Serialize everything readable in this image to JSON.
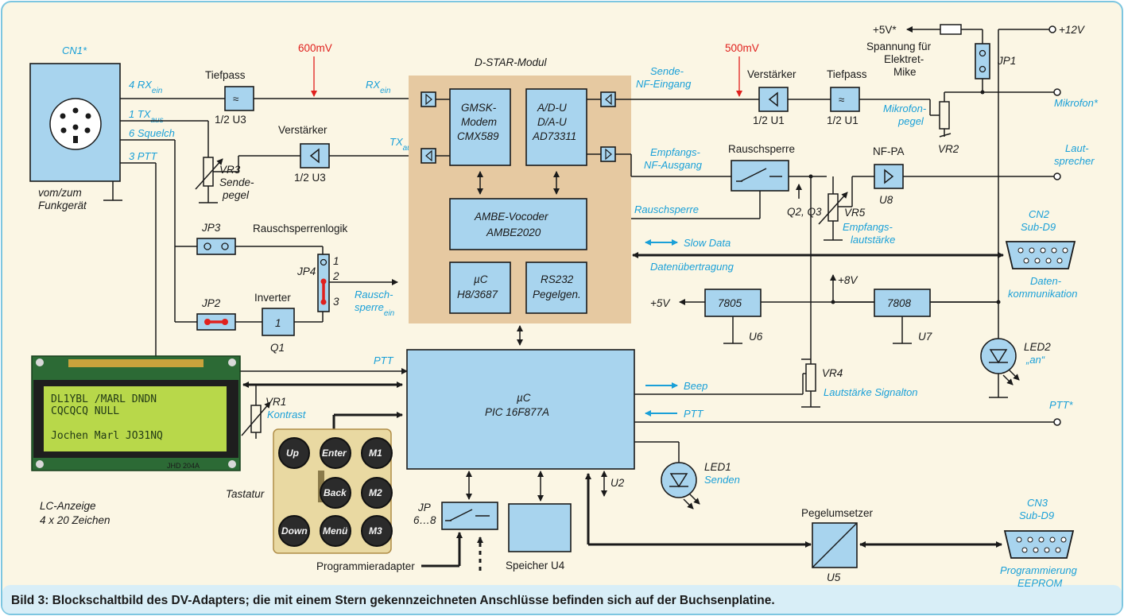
{
  "caption": "Bild 3: Blockschaltbild des DV-Adapters; die mit einem Stern gekennzeichneten Anschlüsse befinden sich auf der Buchsenplatine.",
  "module": {
    "title": "D-STAR-Modul",
    "gmsk": [
      "GMSK-",
      "Modem",
      "CMX589"
    ],
    "adc": [
      "A/D-U",
      "D/A-U",
      "AD73311"
    ],
    "ambe": [
      "AMBE-Vocoder",
      "AMBE2020"
    ],
    "uc": [
      "µC",
      "H8/3687"
    ],
    "rs232": [
      "RS232",
      "Pegelgen."
    ]
  },
  "pic": [
    "µC",
    "PIC 16F877A"
  ],
  "cn1": {
    "name": "CN1*",
    "caption": [
      "vom/zum",
      "Funkgerät"
    ],
    "pins": {
      "rx": [
        "4 RX",
        "ein"
      ],
      "tx": [
        "1 TX",
        "aus"
      ],
      "squelch": "6 Squelch",
      "ptt": "3 PTT"
    }
  },
  "labels": {
    "tiefpass": "Tiefpass",
    "half_u3": "1/2 U3",
    "half_u1": "1/2 U1",
    "verstaerker": "Verstärker",
    "mv600": "600mV",
    "mv500": "500mV",
    "rx_ein": [
      "RX",
      "ein"
    ],
    "tx_aus": [
      "TX",
      "aus"
    ],
    "vr3": [
      "VR3",
      "Sende-",
      "pegel"
    ],
    "jp3": "JP3",
    "jp2": "JP2",
    "jp4": "JP4",
    "jp4_pins": [
      "1",
      "2",
      "3"
    ],
    "rauschsperrenlogik": "Rauschsperrenlogik",
    "inverter": "Inverter",
    "inverter_box": "1",
    "q1": "Q1",
    "rauschsperre_ein": [
      "Rausch-",
      "sperre",
      "ein"
    ],
    "sende_nf": [
      "Sende-",
      "NF-Eingang"
    ],
    "empfangs_nf": [
      "Empfangs-",
      "NF-Ausgang"
    ],
    "rauschsperre": "Rauschsperre",
    "rauschsperre_sig": "Rauschsperre",
    "q2q3": "Q2, Q3",
    "vr5": "VR5",
    "empfangs_lautstaerke": [
      "Empfangs-",
      "lautstärke"
    ],
    "nfpa": "NF-PA",
    "u8": "U8",
    "lautsprecher": [
      "Laut-",
      "sprecher"
    ],
    "mikrofon": "Mikrofon*",
    "mikrofonpegel": [
      "Mikrofon-",
      "pegel"
    ],
    "vr2": "VR2",
    "plus5v_star": "+5V*",
    "spannung": [
      "Spannung für",
      "Elektret-",
      "Mike"
    ],
    "jp1": "JP1",
    "plus12v": "+12V",
    "slow_data": "Slow Data",
    "datenuebertragung": "Datenübertragung",
    "cn2": [
      "CN2",
      "Sub-D9"
    ],
    "datenkommunikation": [
      "Daten-",
      "kommunikation"
    ],
    "plus8v": "+8V",
    "plus5v": "+5V",
    "reg7805": "7805",
    "u6": "U6",
    "reg7808": "7808",
    "u7": "U7",
    "led2": [
      "LED2",
      "„an“"
    ],
    "ptt": "PTT",
    "beep": "Beep",
    "vr4": "VR4",
    "lautstaerke_signalton": "Lautstärke Signalton",
    "ptt_in": "PTT",
    "ptt_star": "PTT*",
    "vr1": "VR1",
    "kontrast": "Kontrast",
    "led1": [
      "LED1",
      "Senden"
    ],
    "u2": "U2",
    "pegelumsetzer": "Pegelumsetzer",
    "u5": "U5",
    "cn3": [
      "CN3",
      "Sub-D9"
    ],
    "programmierung": [
      "Programmierung",
      "EEPROM"
    ],
    "jp68": [
      "JP",
      "6…8"
    ],
    "programmieradapter": "Programmieradapter",
    "speicher": "Speicher U4",
    "tastatur": "Tastatur",
    "lc_anzeige": [
      "LC-Anzeige",
      "4 x 20 Zeichen"
    ]
  },
  "lcd": {
    "lines": [
      "DL1YBL    /MARL    DNDN",
      "CQCQCQ                NULL",
      "",
      "Jochen Marl JO31NQ"
    ],
    "part": "JHD 204A"
  },
  "keypad": {
    "keys": [
      "Up",
      "Enter",
      "M1",
      "Back",
      "M2",
      "Down",
      "Menü",
      "M3"
    ]
  },
  "colors": {
    "block_fill": "#a8d4ee",
    "module_fill": "#e6c9a1",
    "cyan_text": "#1aa0d8",
    "red_text": "#e0201d",
    "frame": "#fbf6e4",
    "lcd_screen": "#b8d84a"
  }
}
